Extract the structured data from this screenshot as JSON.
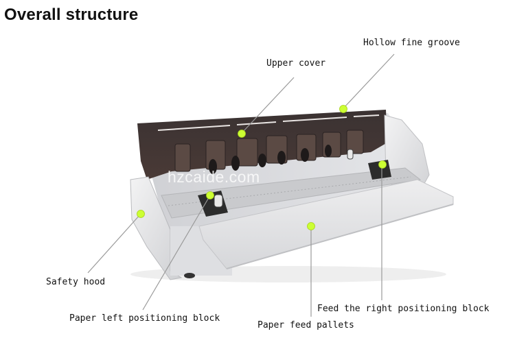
{
  "title": "Overall structure",
  "watermark": "hzcaide.com",
  "labels": {
    "hollow_fine_groove": "Hollow fine groove",
    "upper_cover": "Upper cover",
    "safety_hood": "Safety hood",
    "paper_left_positioning_block": "Paper left positioning block",
    "feed_right_positioning_block": "Feed the right positioning block",
    "paper_feed_pallets": "Paper feed pallets"
  },
  "colors": {
    "marker": "#ccff33",
    "leader_line": "#9a9a9a",
    "machine_body": "#dcdde0",
    "cover_dark": "#2a2424"
  }
}
